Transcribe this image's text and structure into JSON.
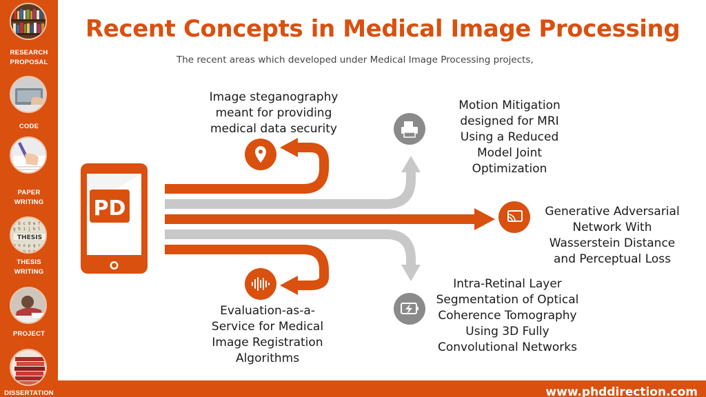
{
  "header": {
    "title": "Recent Concepts in Medical Image Processing",
    "subtitle": "The recent areas which developed under Medical Image Processing projects,"
  },
  "sidebar": {
    "items": [
      {
        "label_line1": "RESEARCH",
        "label_line2": "PROPOSAL",
        "icon": "bookshelf-icon"
      },
      {
        "label_line1": "CODE",
        "label_line2": "",
        "icon": "laptop-hand-icon"
      },
      {
        "label_line1": "PAPER",
        "label_line2": "WRITING",
        "icon": "writing-hand-icon"
      },
      {
        "label_line1": "THESIS",
        "label_line2": "WRITING",
        "icon": "thesis-tiles-icon"
      },
      {
        "label_line1": "PROJECT",
        "label_line2": "",
        "icon": "person-desk-icon"
      },
      {
        "label_line1": "DISSERTATION",
        "label_line2": "",
        "icon": "book-stack-icon"
      }
    ]
  },
  "diagram": {
    "phone_logo": "PD",
    "concepts": [
      {
        "text": "Image steganography meant for providing medical data security",
        "icon": "location-pin-icon",
        "accent": "#d9500f"
      },
      {
        "text": "Motion Mitigation designed for MRI Using a Reduced Model Joint Optimization",
        "icon": "printer-icon",
        "accent": "#8a8a8a"
      },
      {
        "text": "Generative Adversarial Network With Wasserstein Distance and Perceptual Loss",
        "icon": "screen-cast-icon",
        "accent": "#d9500f"
      },
      {
        "text": "Evaluation-as-a-Service for Medical Image Registration Algorithms",
        "icon": "sound-wave-icon",
        "accent": "#d9500f"
      },
      {
        "text": "Intra-Retinal Layer Segmentation of Optical Coherence Tomography Using 3D Fully Convolutional Networks",
        "icon": "battery-charging-icon",
        "accent": "#8a8a8a"
      }
    ]
  },
  "footer": {
    "url": "www.phddirection.com"
  },
  "colors": {
    "brand": "#d9500f",
    "gray": "#c8c8c8",
    "dark_gray": "#8a8a8a"
  }
}
